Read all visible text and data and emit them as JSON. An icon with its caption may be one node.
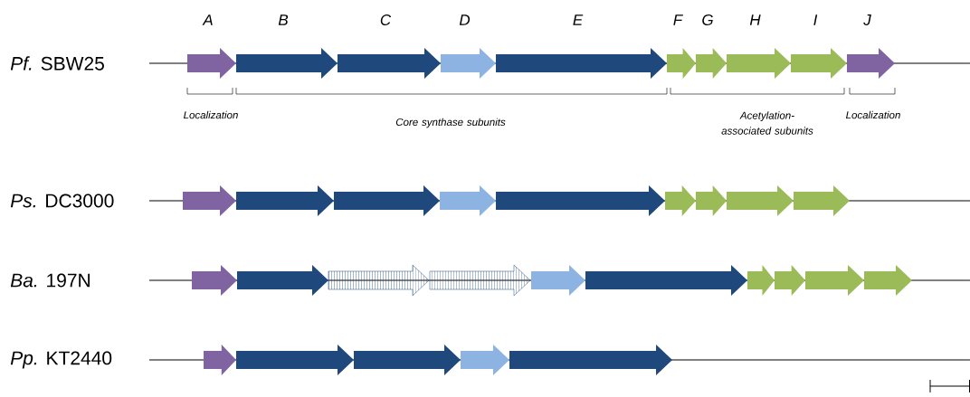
{
  "diagram": {
    "labels": [
      "A",
      "B",
      "C",
      "D",
      "E",
      "F",
      "G",
      "H",
      "I",
      "J",
      "*Pf.* SBW25",
      "Localization",
      "Core synthase subunits",
      "Acetylation-associated subunits",
      "Localization",
      "*Ps.* DC3000",
      "*Ba.* 197N",
      "*Pp.* KT2440"
    ]
  }
}
